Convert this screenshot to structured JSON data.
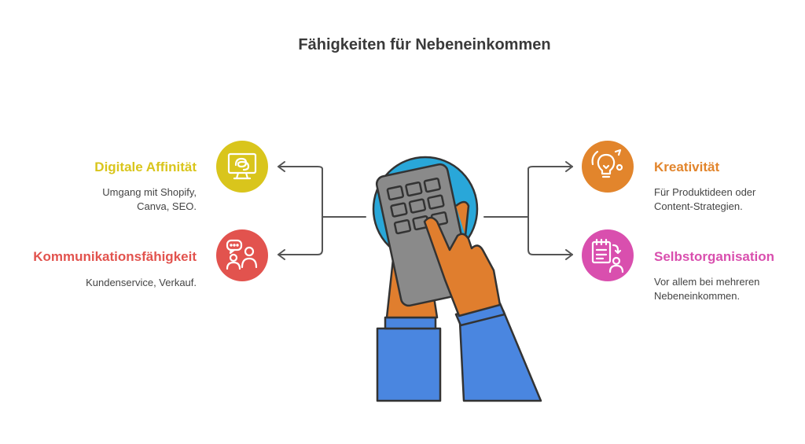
{
  "title": "Fähigkeiten für Nebeneinkommen",
  "skills": {
    "digital": {
      "heading": "Digitale Affinität",
      "desc_line1": "Umgang mit Shopify,",
      "desc_line2": "Canva, SEO.",
      "color": "#D9C51C",
      "icon": "monitor-icon"
    },
    "communication": {
      "heading": "Kommunikationsfähigkeit",
      "desc_line1": "Kundenservice, Verkauf.",
      "color": "#E2534E",
      "icon": "people-talking-icon"
    },
    "creativity": {
      "heading": "Kreativität",
      "desc_line1": "Für Produktideen oder",
      "desc_line2": "Content-Strategien.",
      "color": "#E2852C",
      "icon": "lightbulb-icon"
    },
    "organization": {
      "heading": "Selbstorganisation",
      "desc_line1": "Vor allem bei mehreren",
      "desc_line2": "Nebeneinkommen.",
      "color": "#D94FAE",
      "icon": "checklist-person-icon"
    }
  },
  "center": {
    "icon": "hands-calculator-icon",
    "colors": {
      "circle": "#29A7D9",
      "device": "#8A8A8A",
      "skin": "#E07E2E",
      "sleeve": "#4A86E0",
      "outline": "#333333"
    }
  }
}
